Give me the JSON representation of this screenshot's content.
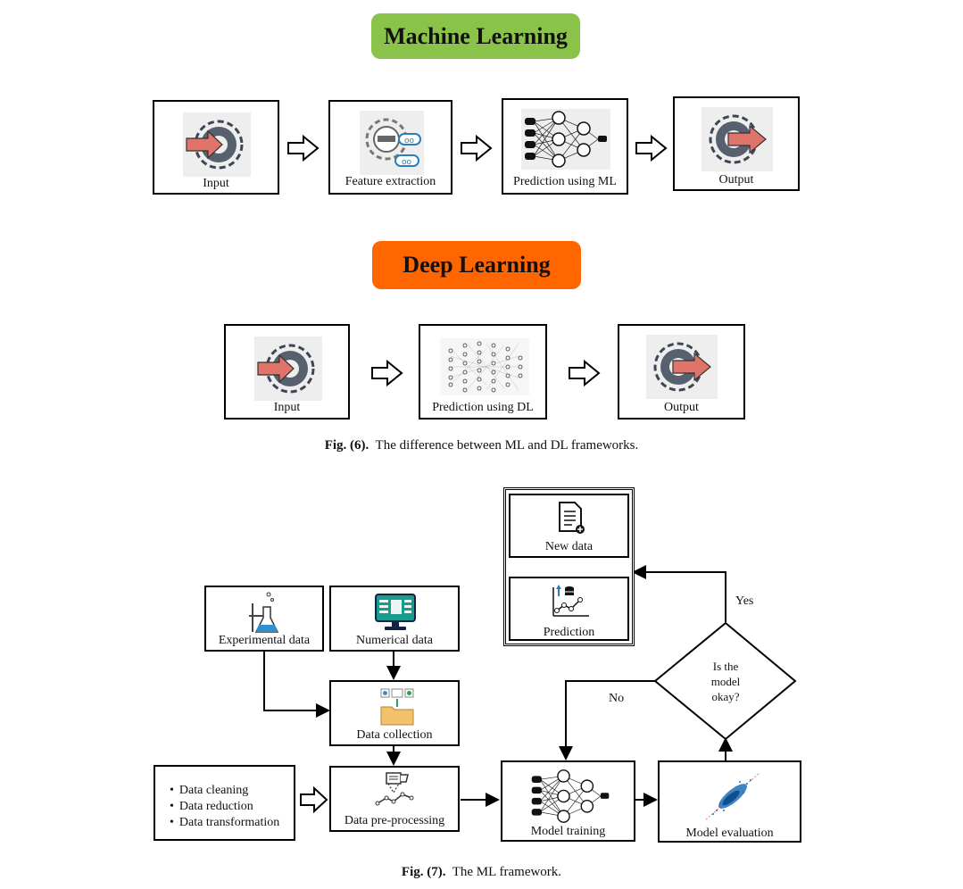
{
  "fig6": {
    "ml_title": "Machine Learning",
    "dl_title": "Deep Learning",
    "ml_steps": [
      "Input",
      "Feature extraction",
      "Prediction using ML",
      "Output"
    ],
    "dl_steps": [
      "Input",
      "Prediction using DL",
      "Output"
    ],
    "caption_label": "Fig. (6).",
    "caption_text": "The difference between ML and DL frameworks.",
    "colors": {
      "ml_pill": "#8bc34a",
      "dl_pill": "#ff6600",
      "arrow_red": "#e0736a",
      "gear": "#3d4655"
    }
  },
  "fig7": {
    "experimental": "Experimental data",
    "numerical": "Numerical data",
    "collection": "Data collection",
    "preprocessing": "Data pre-processing",
    "bullets": [
      "Data cleaning",
      "Data reduction",
      "Data transformation"
    ],
    "training": "Model training",
    "evaluation": "Model evaluation",
    "decision": [
      "Is the",
      "model",
      "okay?"
    ],
    "yes": "Yes",
    "no": "No",
    "new_data": "New data",
    "prediction": "Prediction",
    "caption_label": "Fig. (7).",
    "caption_text": "The ML framework."
  }
}
